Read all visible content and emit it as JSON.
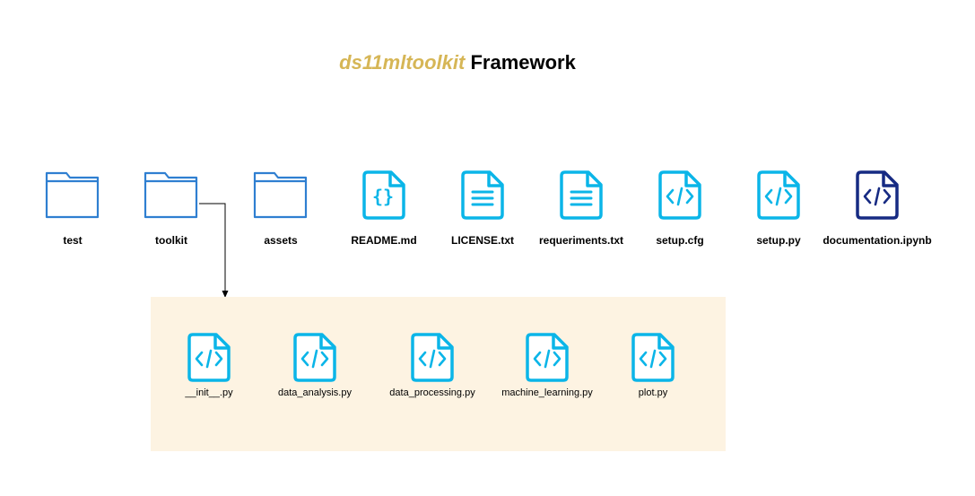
{
  "title": {
    "brand": "ds11mltoolkit",
    "rest": " Framework"
  },
  "colors": {
    "brand": "#d6b656",
    "folder": "#2f7fd1",
    "file_icon": "#0bb5e8",
    "notebook_icon": "#172b83",
    "container_bg": "#fdf3e2"
  },
  "top_items": [
    {
      "label": "test",
      "icon": "folder-icon"
    },
    {
      "label": "toolkit",
      "icon": "folder-icon"
    },
    {
      "label": "assets",
      "icon": "folder-icon"
    },
    {
      "label": "README.md",
      "icon": "json-braces-file-icon"
    },
    {
      "label": "LICENSE.txt",
      "icon": "text-file-icon"
    },
    {
      "label": "requeriments.txt",
      "icon": "text-file-icon"
    },
    {
      "label": "setup.cfg",
      "icon": "code-file-icon"
    },
    {
      "label": "setup.py",
      "icon": "code-file-icon"
    },
    {
      "label": "documentation.ipynb",
      "icon": "code-file-icon"
    }
  ],
  "toolkit_items": [
    {
      "label": "__init__.py",
      "icon": "code-file-icon"
    },
    {
      "label": "data_analysis.py",
      "icon": "code-file-icon"
    },
    {
      "label": "data_processing.py",
      "icon": "code-file-icon"
    },
    {
      "label": "machine_learning.py",
      "icon": "code-file-icon"
    },
    {
      "label": "plot.py",
      "icon": "code-file-icon"
    }
  ]
}
